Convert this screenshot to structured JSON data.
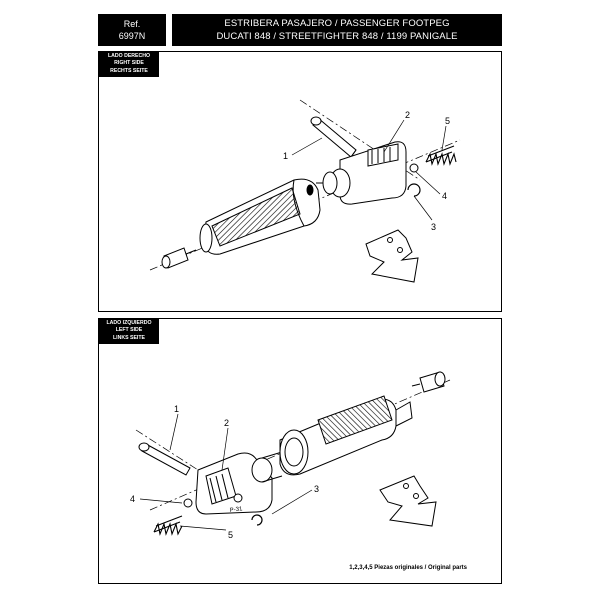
{
  "header": {
    "ref_label": "Ref.",
    "ref_code": "6997N",
    "title_line1": "ESTRIBERA PASAJERO / PASSENGER FOOTPEG",
    "title_line2": "DUCATI 848  /  STREETFIGHTER 848  /  1199 PANIGALE"
  },
  "top_panel": {
    "side_label": [
      "LADO DERECHO",
      "RIGHT SIDE",
      "RECHTS SEITE"
    ],
    "callouts": [
      "1",
      "2",
      "3",
      "4",
      "5"
    ],
    "part_marking": ""
  },
  "bottom_panel": {
    "side_label": [
      "LADO IZQUIERDO",
      "LEFT SIDE",
      "LINKS SEITE"
    ],
    "callouts": [
      "1",
      "2",
      "3",
      "4",
      "5"
    ],
    "part_marking": "P-31",
    "footnote": "1,2,3,4,5 Piezas originales / Original parts"
  }
}
